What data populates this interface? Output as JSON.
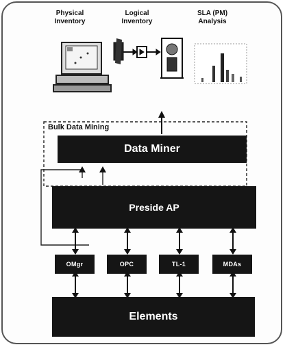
{
  "inventory": {
    "physical": "Physical\nInventory",
    "logical": "Logical\nInventory",
    "sla": "SLA (PM)\nAnalysis"
  },
  "mining": {
    "section_label": "Bulk Data Mining",
    "data_miner": "Data Miner"
  },
  "preside": {
    "label": "Preside AP"
  },
  "interfaces": [
    "OMgr",
    "OPC",
    "TL-1",
    "MDAs"
  ],
  "elements": {
    "label": "Elements"
  }
}
